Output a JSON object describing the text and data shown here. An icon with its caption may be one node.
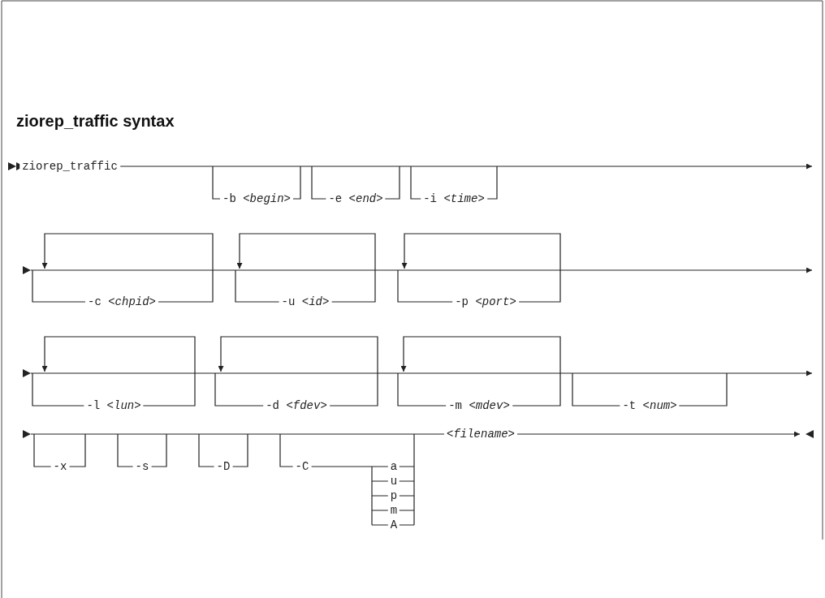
{
  "diagram": {
    "title": "ziorep_traffic syntax",
    "labels": [
      "ziorep_traffic",
      "-b <*begin*>",
      "-e <*end*>",
      "-i <*time*>",
      "-c <*chpid*>",
      "-u <*id*>",
      "-p <*port*>",
      "-l <*lun*>",
      "-d <*fdev*>",
      "-m <*mdev*>",
      "-t <*num*>",
      "-x",
      "-s",
      "-D",
      "-C",
      "a",
      "u",
      "p",
      "m",
      "A",
      "<*filename*>"
    ]
  }
}
